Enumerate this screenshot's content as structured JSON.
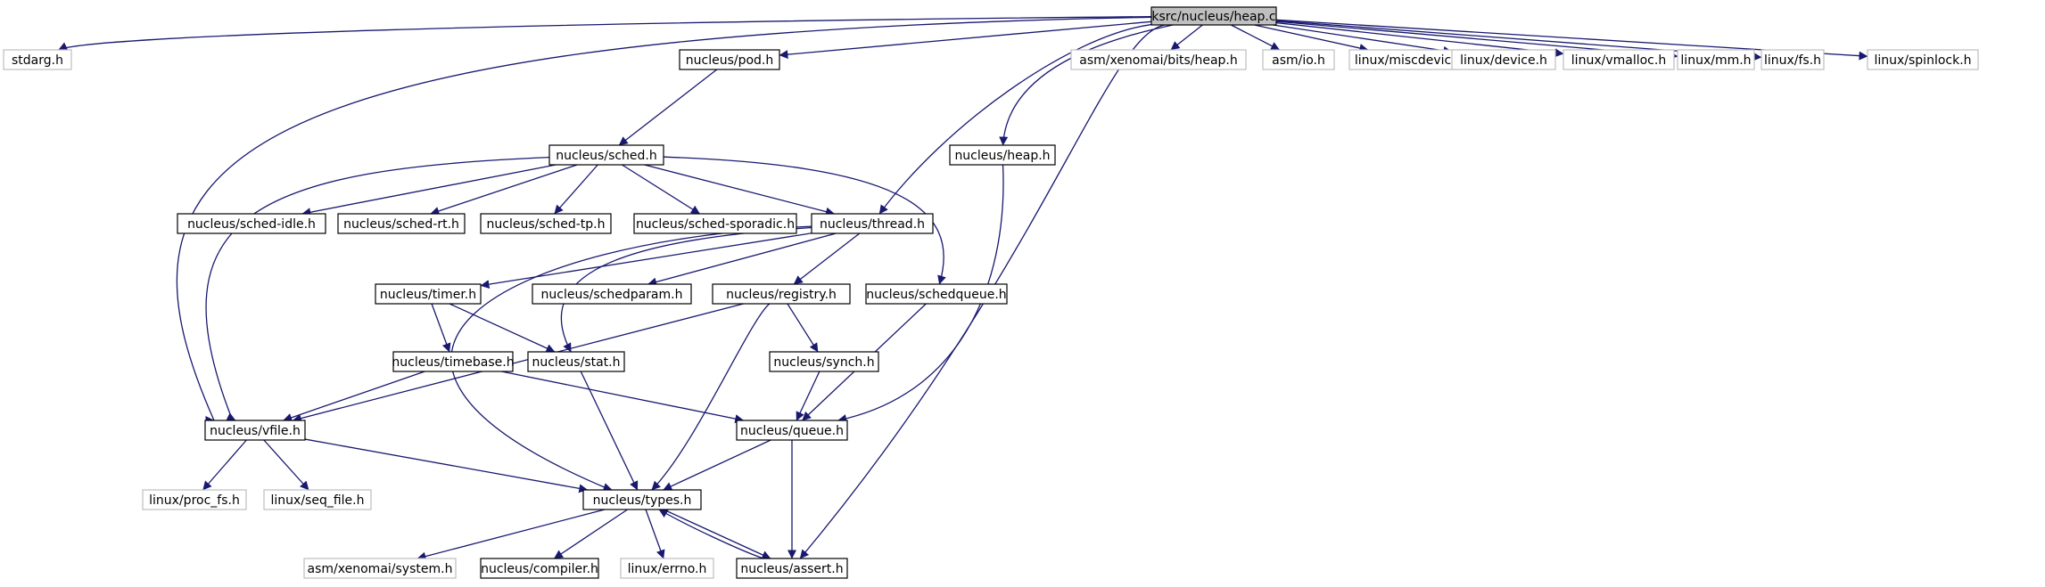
{
  "colors": {
    "edge": "#191970",
    "node_border": "#000000",
    "external_border": "#bfbfbf",
    "external_text": "#7f7f7f",
    "root_fill": "#bfbfbf"
  },
  "nodes": [
    {
      "id": "heap_c",
      "label": "ksrc/nucleus/heap.c",
      "kind": "root"
    },
    {
      "id": "stdarg",
      "label": "stdarg.h",
      "kind": "external"
    },
    {
      "id": "pod",
      "label": "nucleus/pod.h",
      "kind": "internal"
    },
    {
      "id": "asm_heap",
      "label": "asm/xenomai/bits/heap.h",
      "kind": "external"
    },
    {
      "id": "asm_io",
      "label": "asm/io.h",
      "kind": "external"
    },
    {
      "id": "miscdevice",
      "label": "linux/miscdevice.h",
      "kind": "external"
    },
    {
      "id": "device",
      "label": "linux/device.h",
      "kind": "external"
    },
    {
      "id": "vmalloc",
      "label": "linux/vmalloc.h",
      "kind": "external"
    },
    {
      "id": "mm",
      "label": "linux/mm.h",
      "kind": "external"
    },
    {
      "id": "fs",
      "label": "linux/fs.h",
      "kind": "external"
    },
    {
      "id": "spinlock",
      "label": "linux/spinlock.h",
      "kind": "external"
    },
    {
      "id": "sched",
      "label": "nucleus/sched.h",
      "kind": "internal"
    },
    {
      "id": "heap_h",
      "label": "nucleus/heap.h",
      "kind": "internal"
    },
    {
      "id": "sched_idle",
      "label": "nucleus/sched-idle.h",
      "kind": "internal"
    },
    {
      "id": "sched_rt",
      "label": "nucleus/sched-rt.h",
      "kind": "internal"
    },
    {
      "id": "sched_tp",
      "label": "nucleus/sched-tp.h",
      "kind": "internal"
    },
    {
      "id": "sched_sporadic",
      "label": "nucleus/sched-sporadic.h",
      "kind": "internal"
    },
    {
      "id": "thread",
      "label": "nucleus/thread.h",
      "kind": "internal"
    },
    {
      "id": "timer",
      "label": "nucleus/timer.h",
      "kind": "internal"
    },
    {
      "id": "schedparam",
      "label": "nucleus/schedparam.h",
      "kind": "internal"
    },
    {
      "id": "registry",
      "label": "nucleus/registry.h",
      "kind": "internal"
    },
    {
      "id": "schedqueue",
      "label": "nucleus/schedqueue.h",
      "kind": "internal"
    },
    {
      "id": "timebase",
      "label": "nucleus/timebase.h",
      "kind": "internal"
    },
    {
      "id": "stat",
      "label": "nucleus/stat.h",
      "kind": "internal"
    },
    {
      "id": "synch",
      "label": "nucleus/synch.h",
      "kind": "internal"
    },
    {
      "id": "vfile",
      "label": "nucleus/vfile.h",
      "kind": "internal"
    },
    {
      "id": "queue",
      "label": "nucleus/queue.h",
      "kind": "internal"
    },
    {
      "id": "proc_fs",
      "label": "linux/proc_fs.h",
      "kind": "external"
    },
    {
      "id": "seq_file",
      "label": "linux/seq_file.h",
      "kind": "external"
    },
    {
      "id": "types",
      "label": "nucleus/types.h",
      "kind": "internal"
    },
    {
      "id": "asm_system",
      "label": "asm/xenomai/system.h",
      "kind": "external"
    },
    {
      "id": "compiler",
      "label": "nucleus/compiler.h",
      "kind": "internal"
    },
    {
      "id": "errno",
      "label": "linux/errno.h",
      "kind": "external"
    },
    {
      "id": "assert",
      "label": "nucleus/assert.h",
      "kind": "internal"
    }
  ],
  "edges": [
    [
      "heap_c",
      "stdarg"
    ],
    [
      "heap_c",
      "pod"
    ],
    [
      "heap_c",
      "vfile"
    ],
    [
      "heap_c",
      "thread"
    ],
    [
      "heap_c",
      "heap_h"
    ],
    [
      "heap_c",
      "assert"
    ],
    [
      "heap_c",
      "asm_heap"
    ],
    [
      "heap_c",
      "asm_io"
    ],
    [
      "heap_c",
      "miscdevice"
    ],
    [
      "heap_c",
      "device"
    ],
    [
      "heap_c",
      "vmalloc"
    ],
    [
      "heap_c",
      "mm"
    ],
    [
      "heap_c",
      "fs"
    ],
    [
      "heap_c",
      "spinlock"
    ],
    [
      "pod",
      "sched"
    ],
    [
      "sched",
      "vfile"
    ],
    [
      "sched",
      "sched_idle"
    ],
    [
      "sched",
      "sched_rt"
    ],
    [
      "sched",
      "sched_tp"
    ],
    [
      "sched",
      "sched_sporadic"
    ],
    [
      "sched",
      "thread"
    ],
    [
      "sched",
      "schedqueue"
    ],
    [
      "heap_h",
      "queue"
    ],
    [
      "thread",
      "timer"
    ],
    [
      "thread",
      "schedparam"
    ],
    [
      "thread",
      "registry"
    ],
    [
      "thread",
      "stat"
    ],
    [
      "thread",
      "types"
    ],
    [
      "timer",
      "timebase"
    ],
    [
      "timer",
      "stat"
    ],
    [
      "registry",
      "vfile"
    ],
    [
      "registry",
      "types"
    ],
    [
      "registry",
      "synch"
    ],
    [
      "schedqueue",
      "queue"
    ],
    [
      "timebase",
      "vfile"
    ],
    [
      "timebase",
      "queue"
    ],
    [
      "stat",
      "types"
    ],
    [
      "synch",
      "queue"
    ],
    [
      "vfile",
      "proc_fs"
    ],
    [
      "vfile",
      "seq_file"
    ],
    [
      "vfile",
      "types"
    ],
    [
      "queue",
      "types"
    ],
    [
      "queue",
      "assert"
    ],
    [
      "types",
      "asm_system"
    ],
    [
      "types",
      "compiler"
    ],
    [
      "types",
      "errno"
    ],
    [
      "types",
      "assert"
    ],
    [
      "assert",
      "types"
    ]
  ]
}
